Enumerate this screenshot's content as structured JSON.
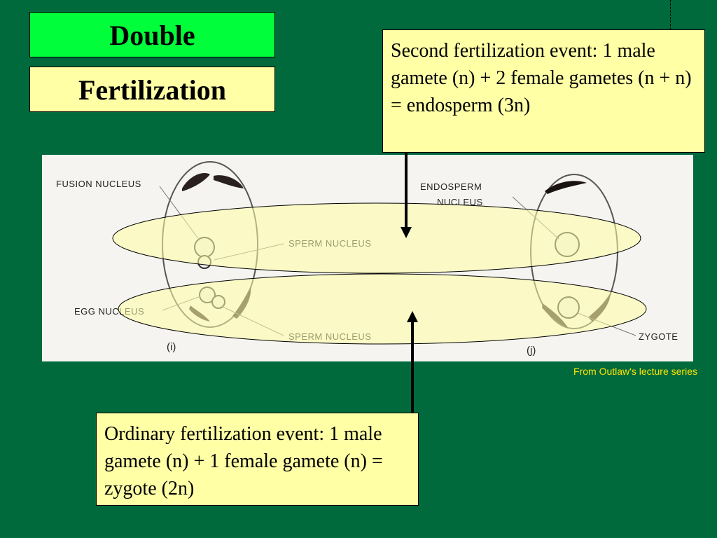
{
  "title": {
    "line1": "Double",
    "line2": "Fertilization"
  },
  "notes": {
    "second": "Second fertilization event: 1 male gamete (n) + 2 female gametes (n + n) = endosperm (3n)",
    "ordinary": "Ordinary fertilization event: 1 male gamete (n) + 1 female gamete (n) = zygote (2n)"
  },
  "figure": {
    "labels": {
      "fusion_nucleus": "FUSION NUCLEUS",
      "sperm_nucleus_top": "SPERM NUCLEUS",
      "egg_nucleus": "EGG NUCLEUS",
      "sperm_nucleus_bottom": "SPERM NUCLEUS",
      "endosperm_nucleus_line1": "ENDOSPERM",
      "endosperm_nucleus_line2": "NUCLEUS",
      "zygote": "ZYGOTE",
      "panel_i": "(i)",
      "panel_j": "(j)"
    }
  },
  "credit": "From Outlaw's lecture series",
  "colors": {
    "background": "#006a3c",
    "title_green": "#00ff3a",
    "note_yellow": "#ffffa6",
    "credit_yellow": "#ffe600"
  }
}
